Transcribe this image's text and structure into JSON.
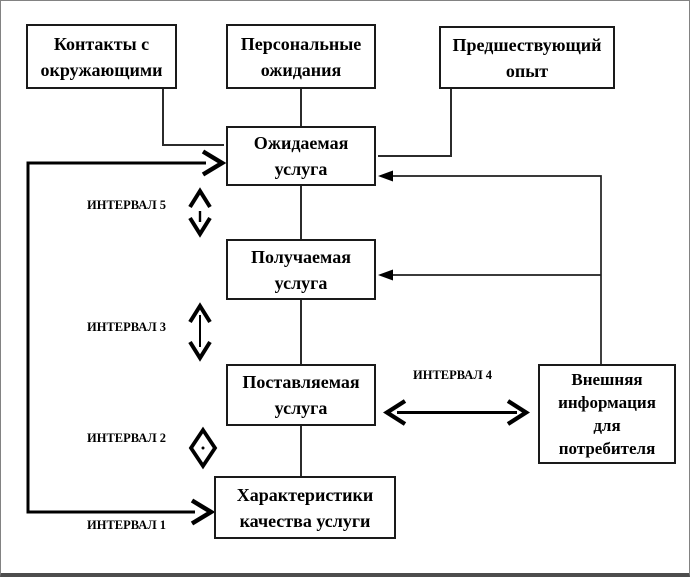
{
  "colors": {
    "background": "#ffffff",
    "box_border": "#1a1a1a",
    "connector": "#2b2b2b",
    "arrow": "#000000",
    "frame_border": "#828282",
    "frame_bottom_bar": "#4d4d4d"
  },
  "boxes": {
    "contacts": {
      "lines": [
        "Контакты с",
        "окружающими"
      ]
    },
    "personal_expectations": {
      "lines": [
        "Персональные",
        "ожидания"
      ]
    },
    "previous_experience": {
      "lines": [
        "Предшествующий",
        "опыт"
      ]
    },
    "expected_service": {
      "lines": [
        "Ожидаемая",
        "услуга"
      ]
    },
    "received_service": {
      "lines": [
        "Получаемая",
        "услуга"
      ]
    },
    "delivered_service": {
      "lines": [
        "Поставляемая",
        "услуга"
      ]
    },
    "service_quality_characteristics": {
      "lines": [
        "Характеристики",
        "качества услуги"
      ]
    },
    "external_information": {
      "lines": [
        "Внешняя",
        "информация",
        "для",
        "потребителя"
      ]
    }
  },
  "gap_labels": {
    "gap5": "ИНТЕРВАЛ 5",
    "gap3": "ИНТЕРВАЛ 3",
    "gap2": "ИНТЕРВАЛ 2",
    "gap1": "ИНТЕРВАЛ 1",
    "gap4": "ИНТЕРВАЛ 4"
  }
}
